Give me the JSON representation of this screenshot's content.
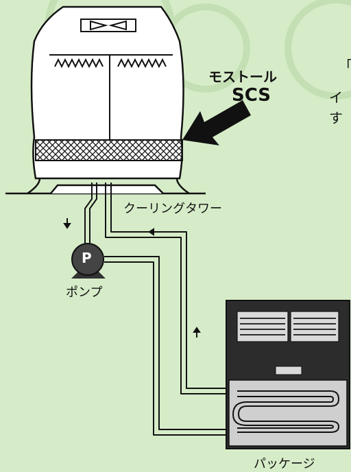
{
  "product": {
    "name_line1": "モストール",
    "name_line2": "SCS"
  },
  "labels": {
    "cooling_tower": "クーリングタワー",
    "pump": "ポンプ",
    "pump_symbol": "P",
    "package_unit": "パッケージ"
  },
  "side_text": {
    "line1": "「",
    "line2": "イ",
    "line3": "す"
  },
  "colors": {
    "background": "#d6ecc8",
    "ink": "#111111",
    "unit_body": "#2c2c2c"
  }
}
